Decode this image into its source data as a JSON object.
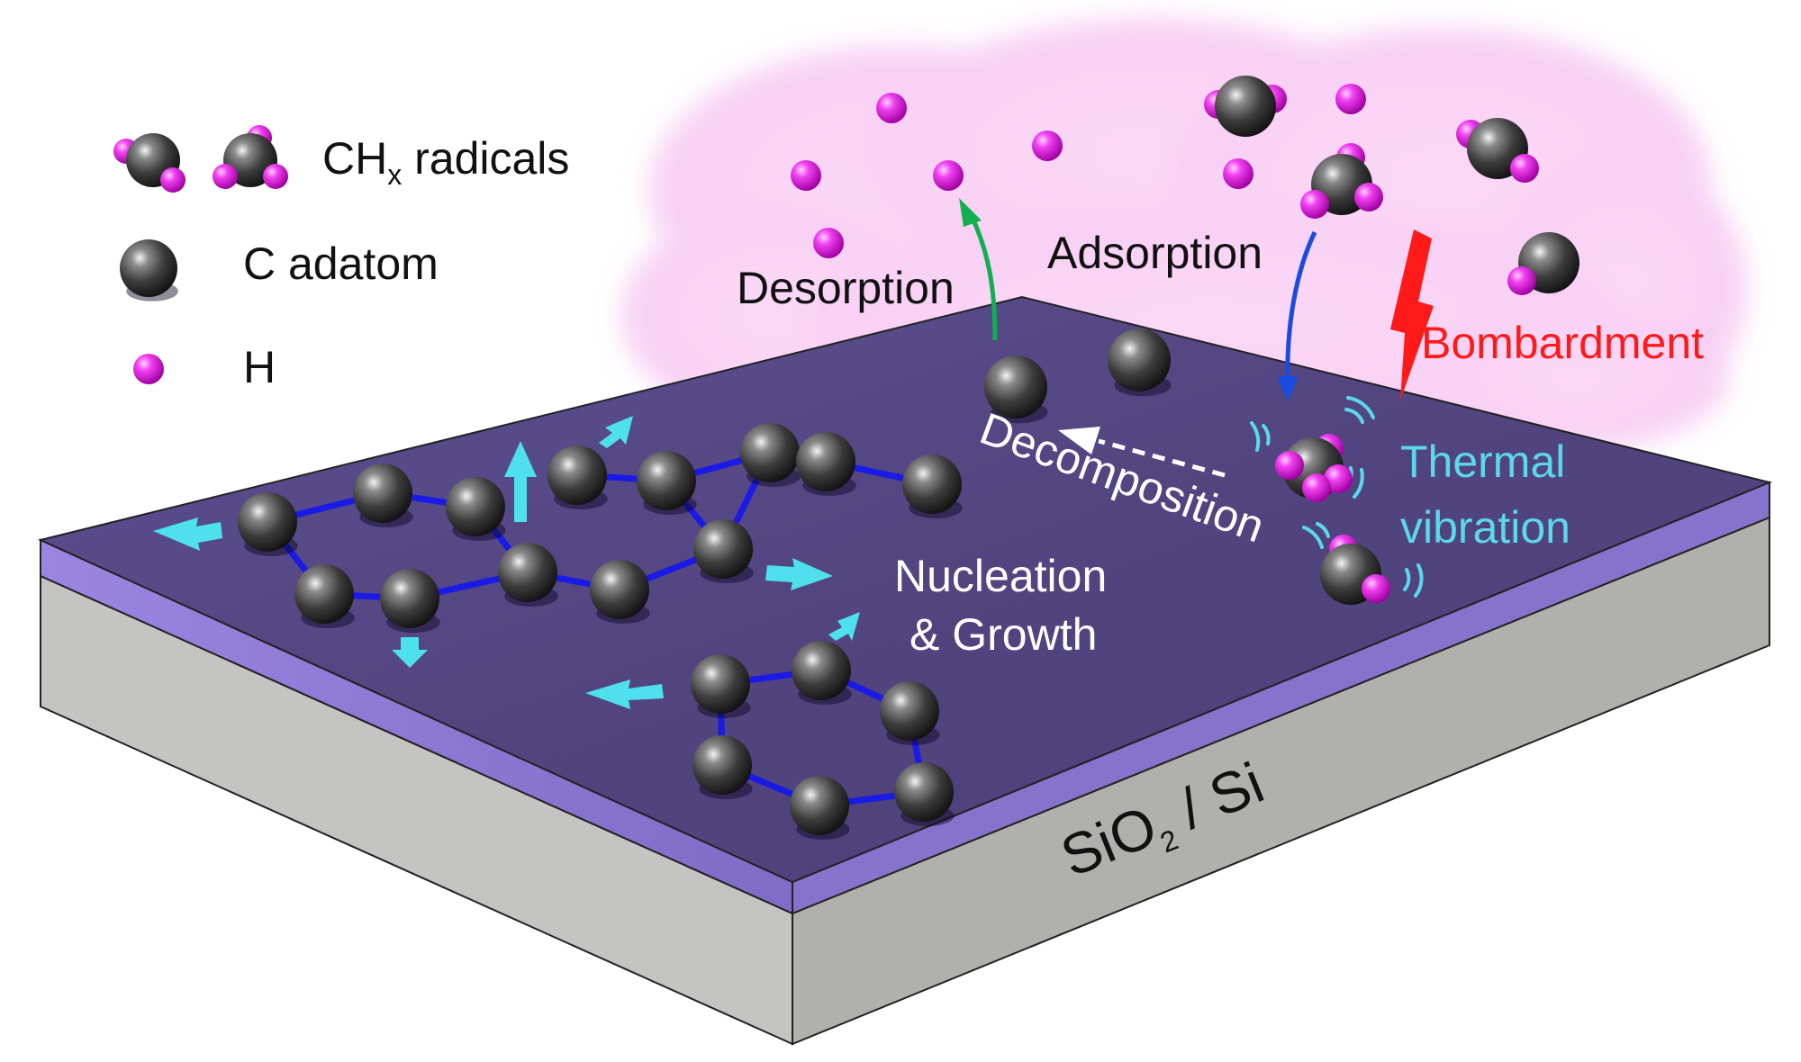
{
  "legend": {
    "radicals_label": "CH",
    "radicals_subscript": "x",
    "radicals_suffix": " radicals",
    "adatom_label": "C adatom",
    "hydrogen_label": "H"
  },
  "processes": {
    "desorption": "Desorption",
    "adsorption": "Adsorption",
    "bombardment": "Bombardment",
    "thermal_vibration_line1": "Thermal",
    "thermal_vibration_line2": "vibration",
    "decomposition": "Decomposition",
    "nucleation_line1": "Nucleation",
    "nucleation_line2": "& Growth"
  },
  "substrate": {
    "label_prefix": "SiO",
    "label_subscript": "2",
    "label_suffix": " / Si"
  },
  "colors": {
    "plasma_cloud": "#f9d8f6",
    "substrate_top": "#5a4c8e",
    "purple_layer": "#8a78d0",
    "si_body": "#c4c4c2",
    "carbon": "#3a3a3a",
    "hydrogen": "#e01ce0",
    "bond": "#1a1ae6",
    "growth_arrow": "#4fe0ee",
    "desorption_arrow": "#10b050",
    "adsorption_arrow": "#1a4be0",
    "bombardment": "#ff1a1a",
    "thermal_text": "#5ad8ec"
  },
  "icons": [
    "carbon-atom-icon",
    "hydrogen-atom-icon",
    "lightning-bolt-icon",
    "vibration-wave-icon",
    "growth-arrow-icon"
  ]
}
